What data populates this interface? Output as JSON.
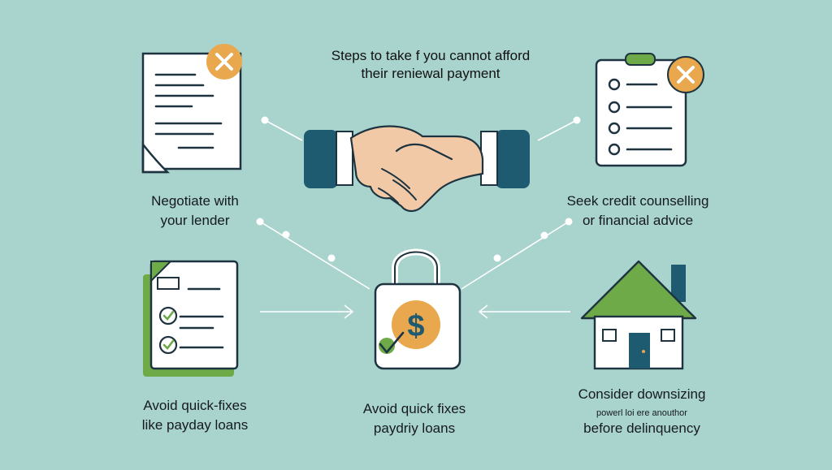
{
  "title": {
    "line1": "Steps to take f you cannot afford",
    "line2": "their reniewal payment"
  },
  "labels": {
    "negotiate": {
      "line1": "Negotiate with",
      "line2": "your lender"
    },
    "counselling": {
      "line1": "Seek credit counselling",
      "line2": "or financial advice"
    },
    "avoid_left": {
      "line1": "Avoid quick-fixes",
      "line2": "like payday loans"
    },
    "avoid_center": {
      "line1": "Avoid quick fixes",
      "line2": "paydriy loans"
    },
    "downsize": {
      "line1": "Consider downsizing",
      "line2": "powerl loi ere anouthor",
      "line3": "before delinquency"
    }
  },
  "icons": {
    "dollar_symbol": "$"
  },
  "colors": {
    "background": "#a9d3cd",
    "navy": "#1e5a70",
    "green": "#6eaa48",
    "orange": "#e9a74e",
    "skin": "#f1c9a6",
    "paper": "#ffffff",
    "connector": "#ffffff"
  }
}
